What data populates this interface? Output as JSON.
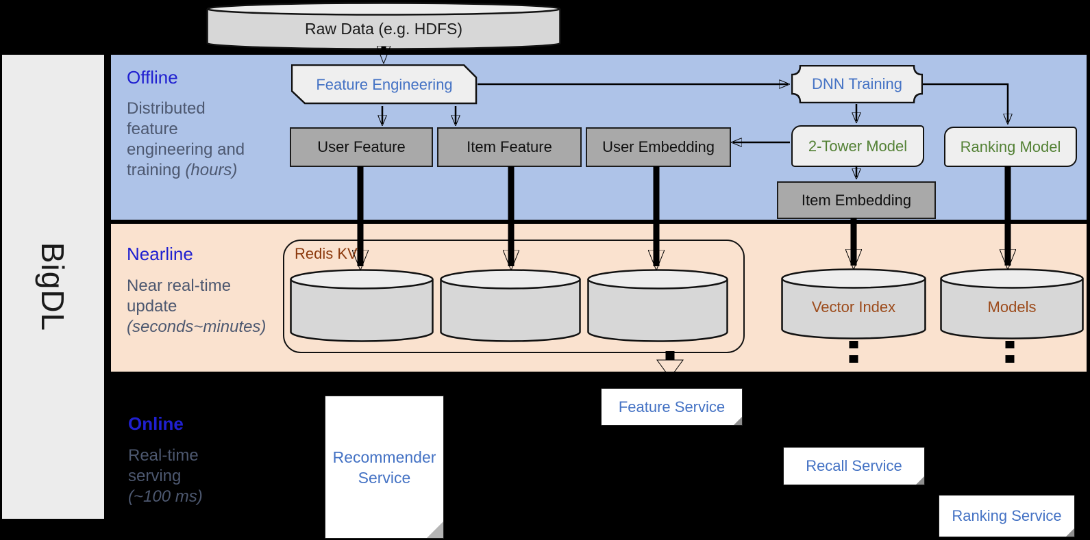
{
  "sidebar": {
    "label": "BigDL"
  },
  "lanes": {
    "offline": {
      "title": "Offline",
      "desc_line1": "Distributed",
      "desc_line2": "feature",
      "desc_line3": "engineering and",
      "desc_line4": "training ",
      "desc_note": "(hours)"
    },
    "nearline": {
      "title": "Nearline",
      "desc_line1": "Near real-time",
      "desc_line2": "update",
      "desc_note": "(seconds~minutes)"
    },
    "online": {
      "title": "Online",
      "desc_line1": "Real-time",
      "desc_line2": "serving",
      "desc_note": "(~100 ms)"
    }
  },
  "nodes": {
    "raw_data": "Raw Data (e.g. HDFS)",
    "feature_engineering": "Feature Engineering",
    "dnn_training": "DNN Training",
    "user_feature": "User Feature",
    "item_feature": "Item Feature",
    "user_embedding": "User Embedding",
    "two_tower_model": "2-Tower Model",
    "ranking_model": "Ranking Model",
    "item_embedding": "Item Embedding",
    "redis_kv": "Redis KV",
    "vector_index": "Vector Index",
    "models": "Models",
    "recommender_service_line1": "Recommender",
    "recommender_service_line2": "Service",
    "feature_service": "Feature Service",
    "recall_service": "Recall Service",
    "ranking_service": "Ranking Service"
  },
  "colors": {
    "background": "#000000",
    "sidebar_panel": "#ececec",
    "offline_band": "#aec3e8",
    "nearline_band": "#fae2cf",
    "lane_title_blue": "#2020d0",
    "lane_desc_slate": "#4d5870",
    "node_text_blue": "#4472c4",
    "node_text_green": "#538135",
    "redis_text_brown": "#8c3a0e",
    "store_text_brown": "#9c4a1a",
    "gray_node_fill": "#a9a9a9",
    "light_node_fill": "#efefef",
    "cylinder_body": "#d7d7d7",
    "cylinder_top": "#ededed",
    "service_fill": "#ffffff"
  }
}
